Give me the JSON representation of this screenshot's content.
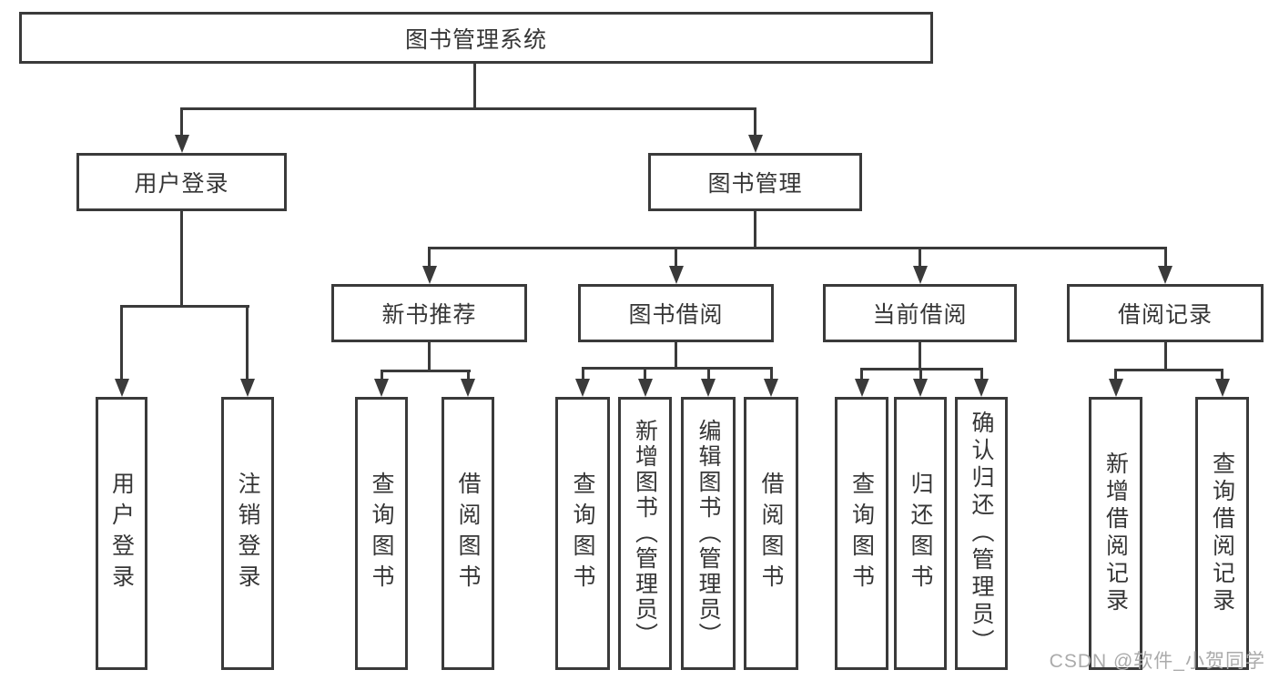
{
  "diagram_type": "hierarchy-tree",
  "tree": {
    "label": "图书管理系统",
    "children": [
      {
        "label": "用户登录",
        "children": [
          {
            "label": "用户登录"
          },
          {
            "label": "注销登录"
          }
        ]
      },
      {
        "label": "图书管理",
        "children": [
          {
            "label": "新书推荐",
            "children": [
              {
                "label": "查询图书"
              },
              {
                "label": "借阅图书"
              }
            ]
          },
          {
            "label": "图书借阅",
            "children": [
              {
                "label": "查询图书"
              },
              {
                "label": "新增图书（管理员）"
              },
              {
                "label": "编辑图书（管理员）"
              },
              {
                "label": "借阅图书"
              }
            ]
          },
          {
            "label": "当前借阅",
            "children": [
              {
                "label": "查询图书"
              },
              {
                "label": "归还图书"
              },
              {
                "label": "确认归还（管理员）"
              }
            ]
          },
          {
            "label": "借阅记录",
            "children": [
              {
                "label": "新增借阅记录"
              },
              {
                "label": "查询借阅记录"
              }
            ]
          }
        ]
      }
    ]
  },
  "watermark": {
    "text": "CSDN @软件_小贺同学"
  },
  "colors": {
    "line": "#3a3a3a",
    "text": "#363636",
    "watermark": "#ababab",
    "background": "#ffffff"
  }
}
